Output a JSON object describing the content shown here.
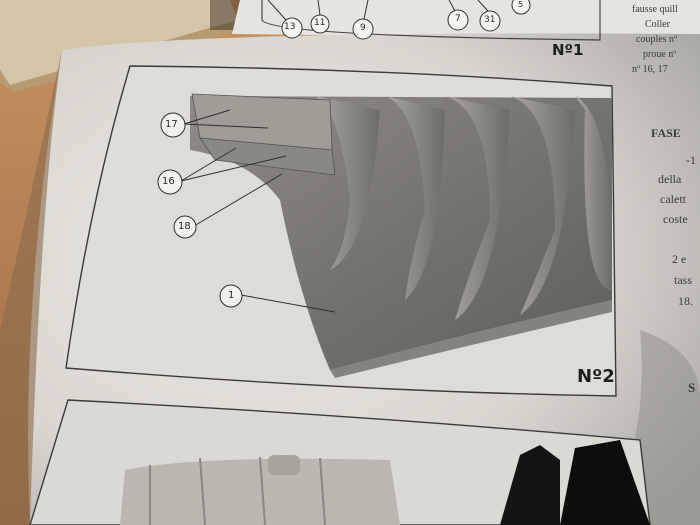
{
  "figures": {
    "fig1": {
      "number": "Nº1",
      "callouts": [
        "13",
        "11",
        "9",
        "7",
        "31",
        "5"
      ]
    },
    "fig2": {
      "number": "Nº2",
      "callouts": [
        "17",
        "16",
        "18",
        "1"
      ]
    }
  },
  "side_text": {
    "french": [
      "fausse quill",
      "Coller",
      "couples nº",
      "proue nº",
      "nº 16, 17"
    ],
    "italian": [
      "FASE",
      "-1",
      "della",
      "calett",
      "coste",
      "2 e",
      "tass",
      "18."
    ],
    "lower_heading": "S"
  }
}
